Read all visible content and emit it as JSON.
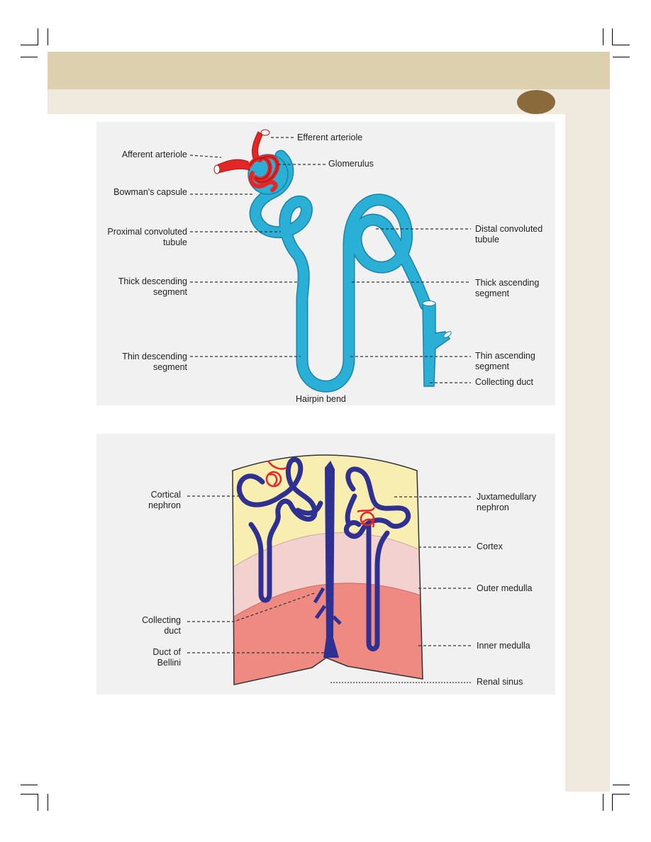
{
  "colors": {
    "header_band": "#ddd0ae",
    "side_band": "#efe9de",
    "badge": "#8a6a3a",
    "tubule": "#2ab0d6",
    "blood": "#e52626",
    "nephron_blue": "#2e3192",
    "cortex": "#f9eeb1",
    "outer_medulla": "#f3d1cf",
    "inner_medulla": "#ee8a82"
  },
  "nephron_diagram": {
    "labels": {
      "efferent_arteriole": "Efferent arteriole",
      "afferent_arteriole": "Afferent arteriole",
      "glomerulus": "Glomerulus",
      "bowmans_capsule": "Bowman's capsule",
      "proximal_convoluted_tubule": "Proximal convoluted\ntubule",
      "distal_convoluted_tubule": "Distal convoluted\ntubule",
      "thick_descending_segment": "Thick descending\nsegment",
      "thick_ascending_segment": "Thick ascending\nsegment",
      "thin_descending_segment": "Thin descending\nsegment",
      "thin_ascending_segment": "Thin ascending\nsegment",
      "collecting_duct": "Collecting duct",
      "hairpin_bend": "Hairpin bend"
    }
  },
  "kidney_section_diagram": {
    "labels": {
      "cortical_nephron": "Cortical\nnephron",
      "juxtamedullary_nephron": "Juxtamedullary\nnephron",
      "cortex": "Cortex",
      "outer_medulla": "Outer medulla",
      "inner_medulla": "Inner medulla",
      "collecting_duct": "Collecting\nduct",
      "duct_of_bellini": "Duct of\nBellini",
      "renal_sinus": "Renal sinus"
    }
  }
}
